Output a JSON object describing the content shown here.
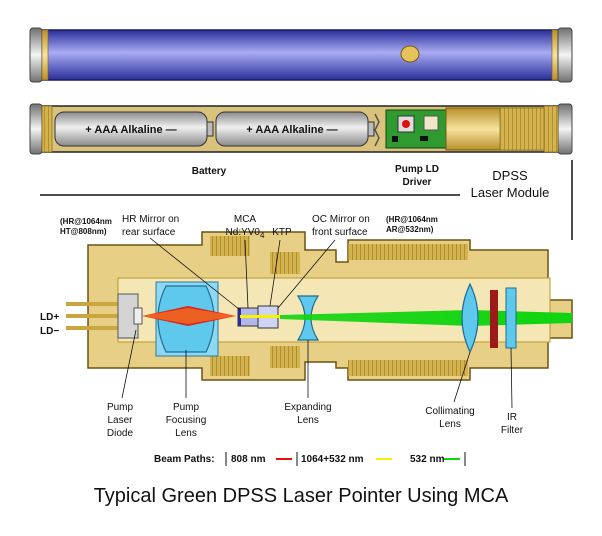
{
  "colors": {
    "tube_blue": "#3b3fc4",
    "brass": "#e6c25a",
    "housing": "#e8cf86",
    "silver": "#c9c9c9",
    "lens_cyan": "#5ec9ec",
    "beam_808": "#e8120c",
    "beam_1064_532": "#f6f100",
    "beam_532": "#10d410"
  },
  "battery": {
    "cell1": "+ AAA Alkaline —",
    "cell2": "+ AAA Alkaline —",
    "label": "Battery"
  },
  "pump_driver": {
    "line1": "Pump LD",
    "line2": "Driver"
  },
  "dpss_module": {
    "line1": "DPSS",
    "line2": "Laser Module"
  },
  "top_labels": {
    "hr_coating_1": "(HR@1064nm",
    "hr_coating_2": "HT@808nm)",
    "hr_mirror_1": "HR Mirror on",
    "hr_mirror_2": "rear surface",
    "mca_1": "MCA",
    "mca_2": "Nd:YV0",
    "mca_sub": "4",
    "ktp": "KTP",
    "oc_mirror_1": "OC Mirror on",
    "oc_mirror_2": "front surface",
    "oc_coating_1": "(HR@1064nm",
    "oc_coating_2": "AR@532nm)"
  },
  "ld_pins": {
    "plus": "LD+",
    "minus": "LD−"
  },
  "bottom_labels": {
    "pump_diode": [
      "Pump",
      "Laser",
      "Diode"
    ],
    "pump_lens": [
      "Pump",
      "Focusing",
      "Lens"
    ],
    "expanding": [
      "Expanding",
      "Lens"
    ],
    "collimating": [
      "Collimating",
      "Lens"
    ],
    "ir_filter": [
      "IR",
      "Filter"
    ]
  },
  "legend": {
    "prefix": "Beam Paths:",
    "b808": "808 nm",
    "b1064": "1064+532 nm",
    "b532": "532 nm"
  },
  "title": "Typical Green DPSS Laser Pointer Using MCA"
}
